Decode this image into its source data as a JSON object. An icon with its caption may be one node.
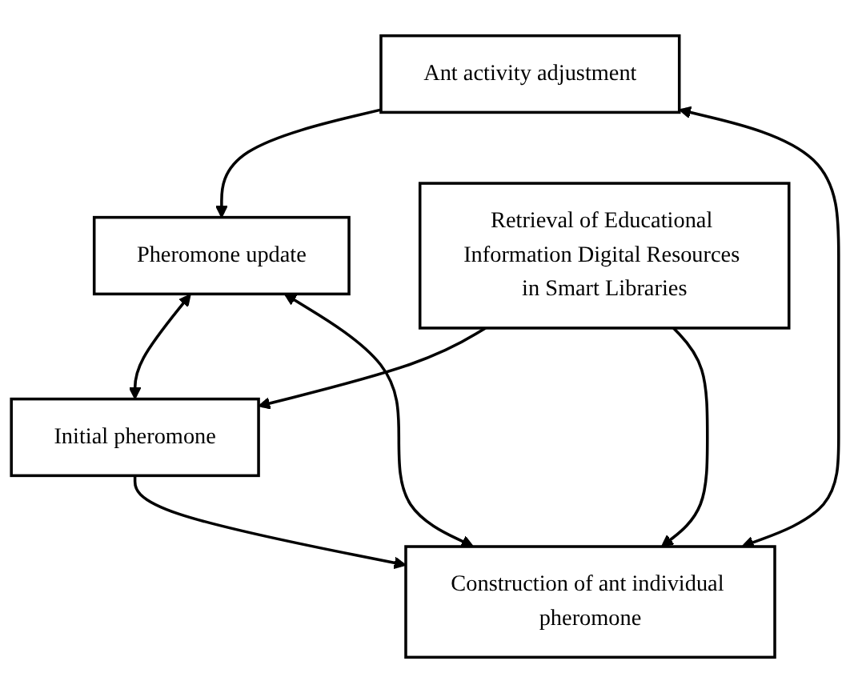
{
  "diagram": {
    "nodes": [
      {
        "text": [
          "Ant activity adjustment"
        ]
      },
      {
        "text": [
          "Construction of ant individual pheromone"
        ]
      },
      {
        "text": [
          "Pheromone update"
        ]
      },
      {
        "text": [
          "Initial pheromone"
        ]
      },
      {
        "text": [
          "Retrieval of Educational Information Digital Resources in Smart Libraries"
        ]
      }
    ],
    "edges": [
      {
        "from": 1,
        "to": 0,
        "arrow": "both"
      },
      {
        "from": 0,
        "to": 2,
        "arrow": "to"
      },
      {
        "from": 1,
        "to": 2,
        "arrow": "both"
      },
      {
        "from": 2,
        "to": 3,
        "arrow": "both"
      },
      {
        "from": 4,
        "to": 3,
        "arrow": "to"
      },
      {
        "from": 3,
        "to": 1,
        "arrow": "to"
      },
      {
        "from": 4,
        "to": 1,
        "arrow": "to"
      }
    ]
  }
}
